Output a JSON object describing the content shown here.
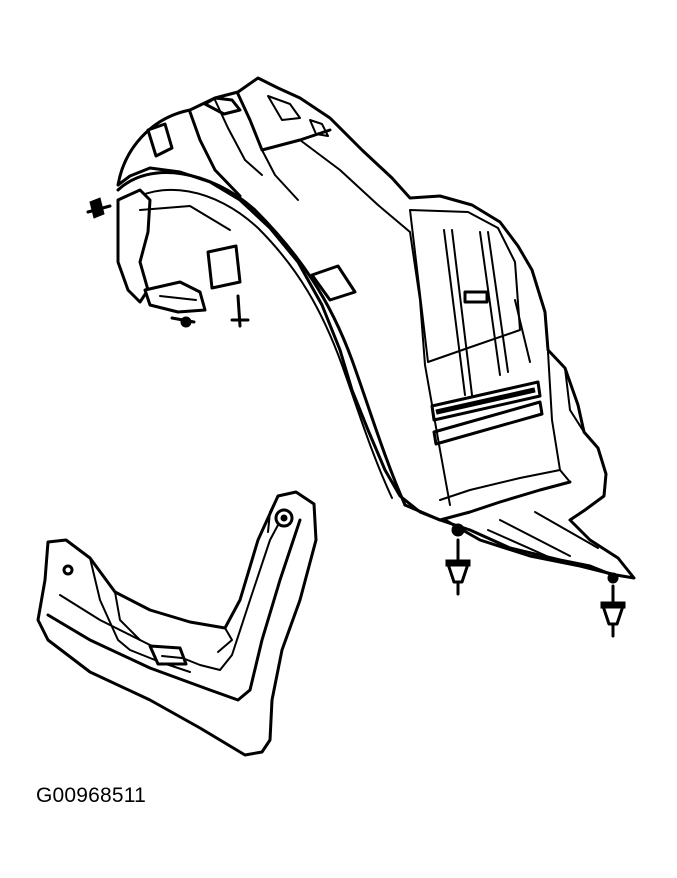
{
  "figure": {
    "id_label": "G00968511"
  },
  "parts": {
    "fender_liner": "fender-liner",
    "mud_flap": "mud-flap",
    "fasteners": [
      "push-clip",
      "push-clip",
      "screw",
      "screw",
      "screw"
    ]
  },
  "colors": {
    "line": "#000000",
    "background": "#ffffff"
  }
}
